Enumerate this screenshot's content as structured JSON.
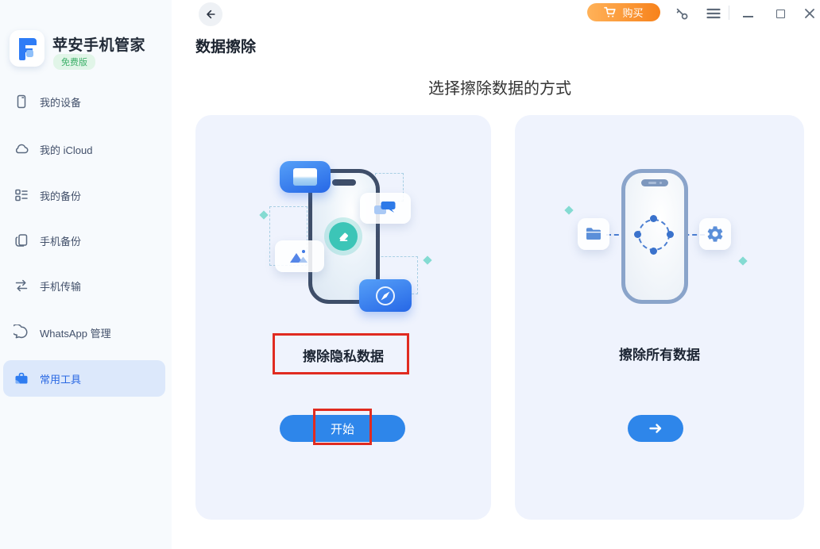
{
  "app": {
    "title": "苹安手机管家",
    "badge": "免费版"
  },
  "sidebar": {
    "items": [
      {
        "label": "我的设备",
        "icon": "phone-icon",
        "selected": false
      },
      {
        "label": "我的 iCloud",
        "icon": "cloud-icon",
        "selected": false
      },
      {
        "label": "我的备份",
        "icon": "backup-list-icon",
        "selected": false
      },
      {
        "label": "手机备份",
        "icon": "phone-copy-icon",
        "selected": false
      },
      {
        "label": "手机传输",
        "icon": "transfer-arrows-icon",
        "selected": false
      },
      {
        "label": "WhatsApp 管理",
        "icon": "chat-bubble-icon",
        "selected": false
      },
      {
        "label": "常用工具",
        "icon": "toolbox-icon",
        "selected": true
      }
    ]
  },
  "titlebar": {
    "buy_label": "购买",
    "icons": [
      "cart-icon",
      "key-icon",
      "menu-icon",
      "minimize-icon",
      "maximize-icon",
      "close-icon"
    ]
  },
  "page": {
    "title": "数据擦除",
    "heading": "选择擦除数据的方式"
  },
  "cards": [
    {
      "label": "擦除隐私数据",
      "action_label": "开始",
      "annotated": true
    },
    {
      "label": "擦除所有数据",
      "action_label": "",
      "action_icon": "arrow-right-icon",
      "annotated": false
    }
  ],
  "colors": {
    "accent_blue": "#2e86ea",
    "buy_orange_from": "#ffb259",
    "buy_orange_to": "#f7821b",
    "selected_nav_bg": "#dce8fb",
    "selected_nav_text": "#2968e3",
    "card_bg": "#eff3fd",
    "sidebar_bg": "#f7fafd",
    "badge_green": "#3db069",
    "annotation_red": "#e02b20",
    "eraser_teal": "#3cc5b7"
  }
}
